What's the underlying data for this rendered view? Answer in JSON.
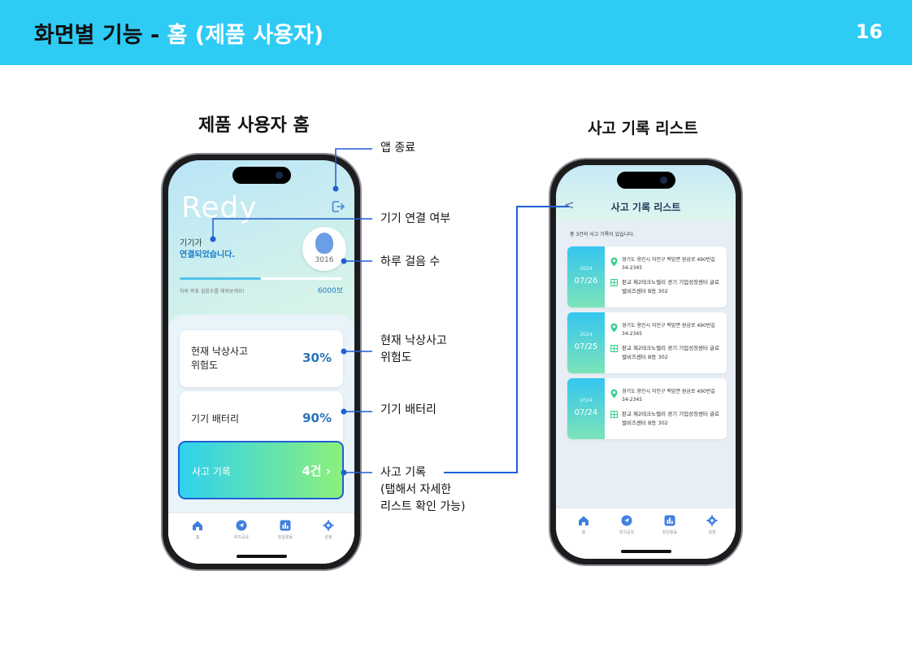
{
  "header": {
    "title_main": "화면별 기능 - ",
    "title_highlight": "홈 (제품 사용자)",
    "page_number": "16"
  },
  "headings": {
    "left": "제품 사용자 홈",
    "right": "사고 기록 리스트"
  },
  "home": {
    "logo": "Redy",
    "device_line1": "기기가",
    "device_line2": "연결되었습니다.",
    "steps": "3016",
    "progress": 0.5,
    "goal_text": "하루 목표 걸음수를 채워보세요!",
    "goal_steps": "6000보",
    "fall_risk_label_1": "현재 낙상사고",
    "fall_risk_label_2": "위험도",
    "fall_risk_value": "30%",
    "battery_label": "기기 배터리",
    "battery_value": "90%",
    "accident_label": "사고 기록",
    "accident_value": "4건"
  },
  "tabs": [
    {
      "label": "홈",
      "icon": "home-icon"
    },
    {
      "label": "위치공유",
      "icon": "location-icon"
    },
    {
      "label": "장일활동",
      "icon": "chart-icon"
    },
    {
      "label": "설정",
      "icon": "gear-icon"
    }
  ],
  "list_screen": {
    "title": "사고 기록 리스트",
    "back": "<",
    "total": "총 3건의 사고 기록이 있습니다.",
    "records": [
      {
        "year": "2024",
        "date": "07/26",
        "address": "경기도 용인시 처인구 백암면 원삼로 490번길 34-2345",
        "place": "판교 제2테크노밸리 경기 기업성장센터 글로벌비즈센터 B동 302"
      },
      {
        "year": "2024",
        "date": "07/25",
        "address": "경기도 용인시 처인구 백암면 원삼로 490번길 34-2345",
        "place": "판교 제2테크노밸리 경기 기업성장센터 글로벌비즈센터 B동 302"
      },
      {
        "year": "2024",
        "date": "07/24",
        "address": "경기도 용인시 처인구 백암면 원삼로 490번길 34-2345",
        "place": "판교 제2테크노밸리 경기 기업성장센터 글로벌비즈센터 B동 302"
      }
    ]
  },
  "annotations": {
    "app_exit": "앱 종료",
    "device_connection": "기기 연결 여부",
    "daily_steps": "하루 걸음 수",
    "fall_risk_1": "현재 낙상사고",
    "fall_risk_2": "위험도",
    "battery": "기기 배터리",
    "accident_1": "사고 기록",
    "accident_2": "(탭해서 자세한",
    "accident_3": "리스트 확인 가능)"
  },
  "colors": {
    "header_bg": "#2ecbf5",
    "accent_blue": "#2a74b8",
    "connector": "#1f5fd4"
  }
}
